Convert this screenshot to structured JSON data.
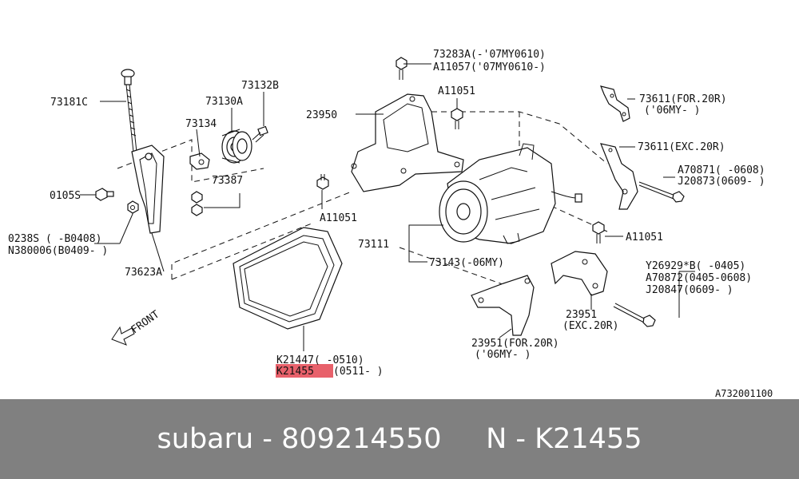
{
  "diagram": {
    "code": "A732001100",
    "front_label": "FRONT",
    "highlight_color": "#e8616b",
    "labels": {
      "p73181C": "73181C",
      "p0105S": "0105S",
      "p0238S": "0238S  ( -B0408)",
      "pN380006": "N380006(B0409- )",
      "p73623A": "73623A",
      "p73134": "73134",
      "p73130A": "73130A",
      "p73132B": "73132B",
      "p73387": "73387",
      "p23950": "23950",
      "p73283A": "73283A(-'07MY0610)",
      "pA11057": "A11057('07MY0610-)",
      "pA11051_top": "A11051",
      "pA11051_left": "A11051",
      "pA11051_mid": "A11051",
      "p73111": "73111",
      "p73143": "73143(-06MY)",
      "pK21447": "K21447(  -0510)",
      "pK21455": "K21455",
      "pK21455_range": "(0511- )",
      "p73611_for": "73611(FOR.20R)",
      "p73611_for_2": "('06MY- )",
      "p73611_exc": "73611(EXC.20R)",
      "pA70871": "A70871( -0608)",
      "pJ20873": "J20873(0609- )",
      "pY26929": "Y26929*B( -0405)",
      "pA70872": "A70872(0405-0608)",
      "pJ20847": "J20847(0609- )",
      "p23951_exc": "23951",
      "p23951_exc_2": "(EXC.20R)",
      "p23951_for": "23951(FOR.20R)",
      "p23951_for_2": "('06MY- )"
    }
  },
  "footer": {
    "text": "subaru - 809214550     N - K21455"
  }
}
